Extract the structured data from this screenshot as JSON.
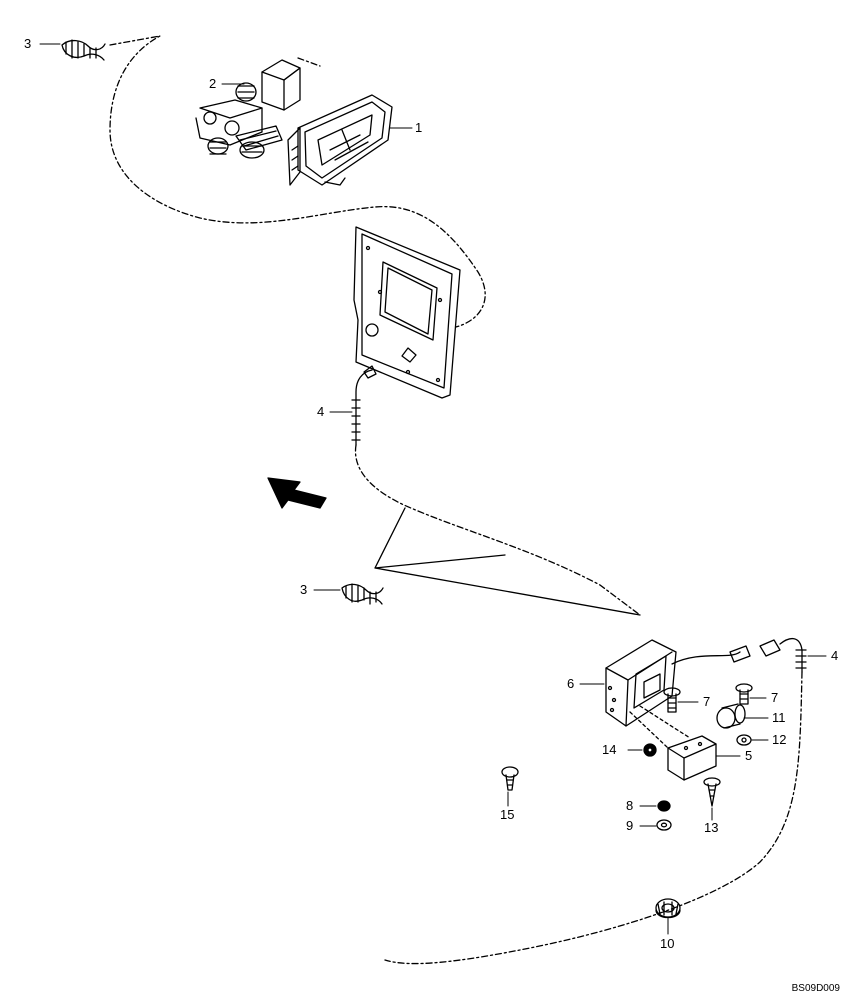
{
  "drawing": {
    "code": "BS09D009",
    "callouts": [
      {
        "id": "c1",
        "label": "1"
      },
      {
        "id": "c2",
        "label": "2"
      },
      {
        "id": "c3a",
        "label": "3"
      },
      {
        "id": "c3b",
        "label": "3"
      },
      {
        "id": "c4a",
        "label": "4"
      },
      {
        "id": "c4b",
        "label": "4"
      },
      {
        "id": "c5",
        "label": "5"
      },
      {
        "id": "c6",
        "label": "6"
      },
      {
        "id": "c7a",
        "label": "7"
      },
      {
        "id": "c7b",
        "label": "7"
      },
      {
        "id": "c8",
        "label": "8"
      },
      {
        "id": "c9",
        "label": "9"
      },
      {
        "id": "c10",
        "label": "10"
      },
      {
        "id": "c11",
        "label": "11"
      },
      {
        "id": "c12",
        "label": "12"
      },
      {
        "id": "c13",
        "label": "13"
      },
      {
        "id": "c14",
        "label": "14"
      },
      {
        "id": "c15",
        "label": "15"
      }
    ]
  }
}
